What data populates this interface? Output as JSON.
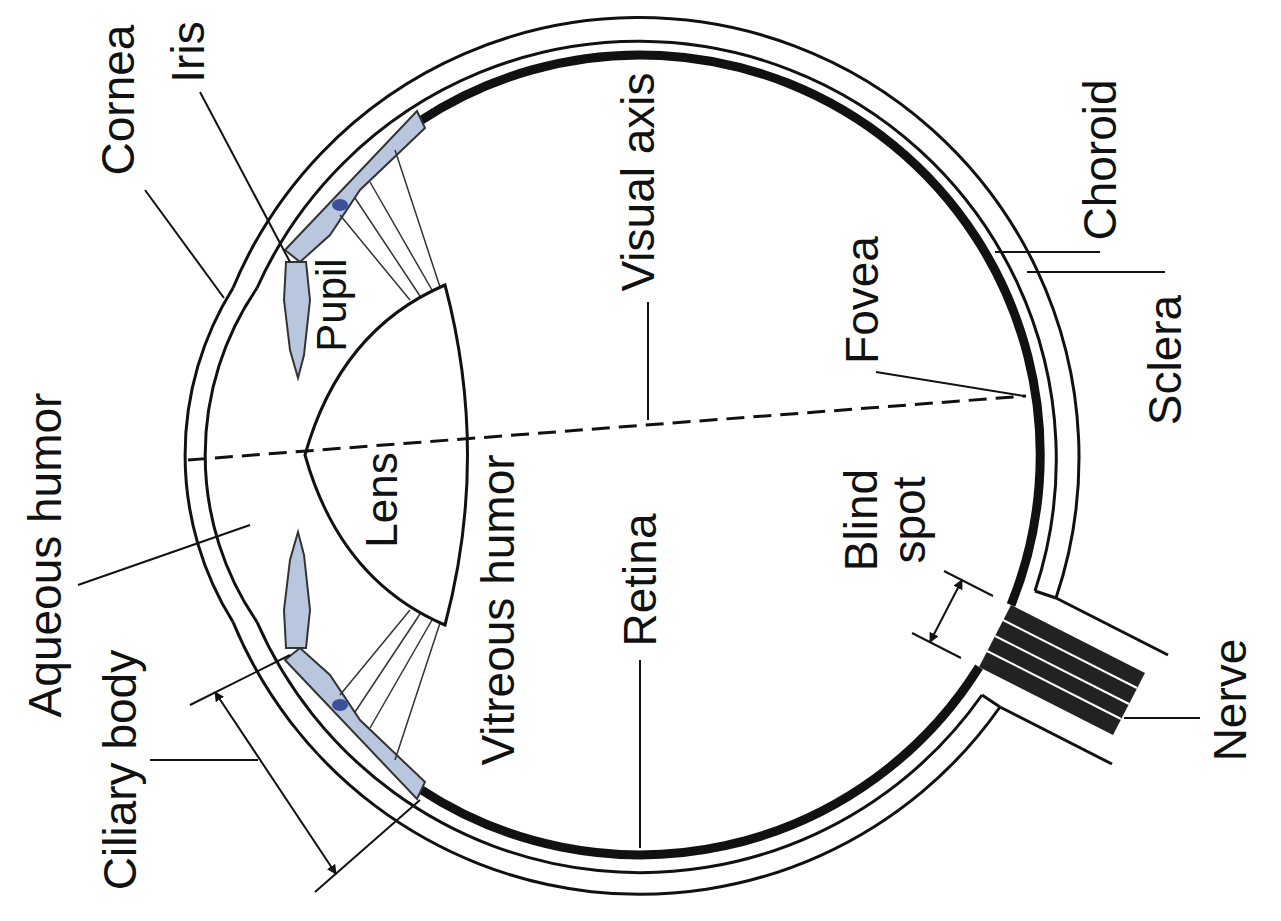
{
  "diagram": {
    "labels": [
      "Cornea",
      "Iris",
      "Visual axis",
      "Choroid",
      "Aqueous humor",
      "Pupil",
      "Lens",
      "Vitreous humor",
      "Retina",
      "Fovea",
      "Sclera",
      "Blind spot",
      "Ciliary body",
      "Nerve"
    ]
  }
}
